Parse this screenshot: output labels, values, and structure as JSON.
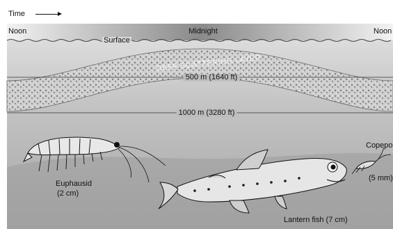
{
  "time_label": "Time",
  "times": {
    "left": "Noon",
    "center": "Midnight",
    "right": "Noon"
  },
  "surface_label": "Surface",
  "layer_label": "DEEP SCATTERING LAYER",
  "depth_lines": [
    "500 m (1640 ft)",
    "1000 m (3280 ft)"
  ],
  "organisms": {
    "euphausid": {
      "name": "Euphausid",
      "size": "(2 cm)"
    },
    "copepod": {
      "name": "Copepod",
      "size": "(5 mm)"
    },
    "lantern_fish": {
      "name": "Lantern fish (7 cm)"
    }
  },
  "colors": {
    "sky": "#ffffff",
    "upper_water": "#e3e3e3",
    "layer": "#c9c9c9",
    "deep_water": "#b3b3b3",
    "lower_water": "#9e9e9e"
  }
}
